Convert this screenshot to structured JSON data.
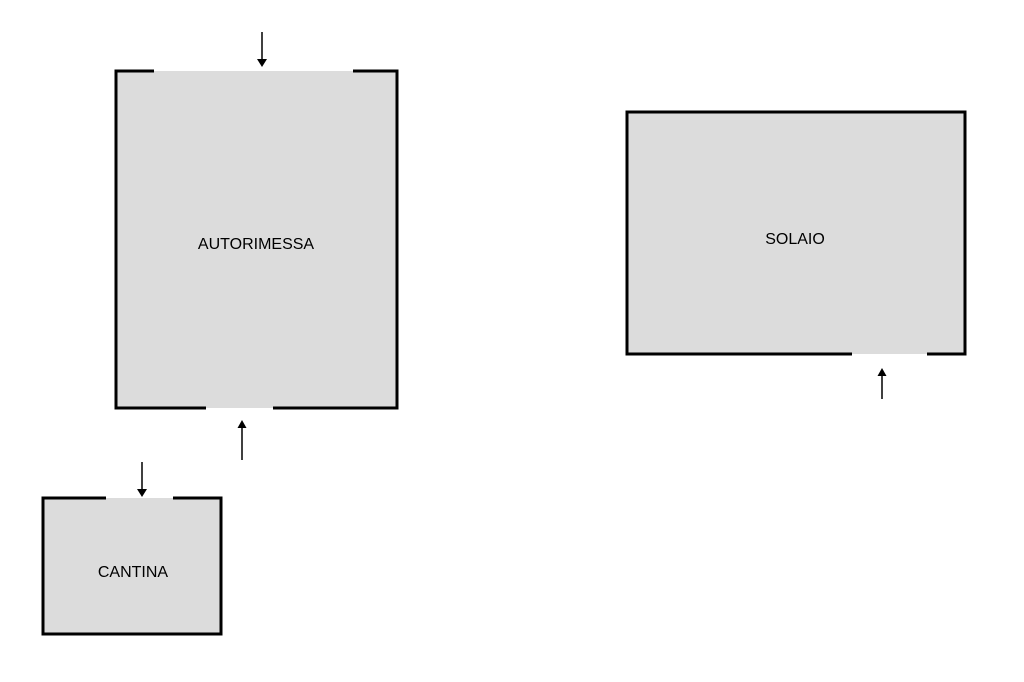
{
  "rooms": {
    "autorimessa": {
      "label": "AUTORIMESSA"
    },
    "solaio": {
      "label": "SOLAIO"
    },
    "cantina": {
      "label": "CANTINA"
    }
  },
  "colors": {
    "room_fill": "#dcdcdc",
    "wall": "#000000",
    "background": "#ffffff"
  },
  "arrows": [
    {
      "room": "autorimessa",
      "side": "top",
      "direction": "down"
    },
    {
      "room": "autorimessa",
      "side": "bottom",
      "direction": "up"
    },
    {
      "room": "cantina",
      "side": "top",
      "direction": "down"
    },
    {
      "room": "solaio",
      "side": "bottom",
      "direction": "up"
    }
  ]
}
